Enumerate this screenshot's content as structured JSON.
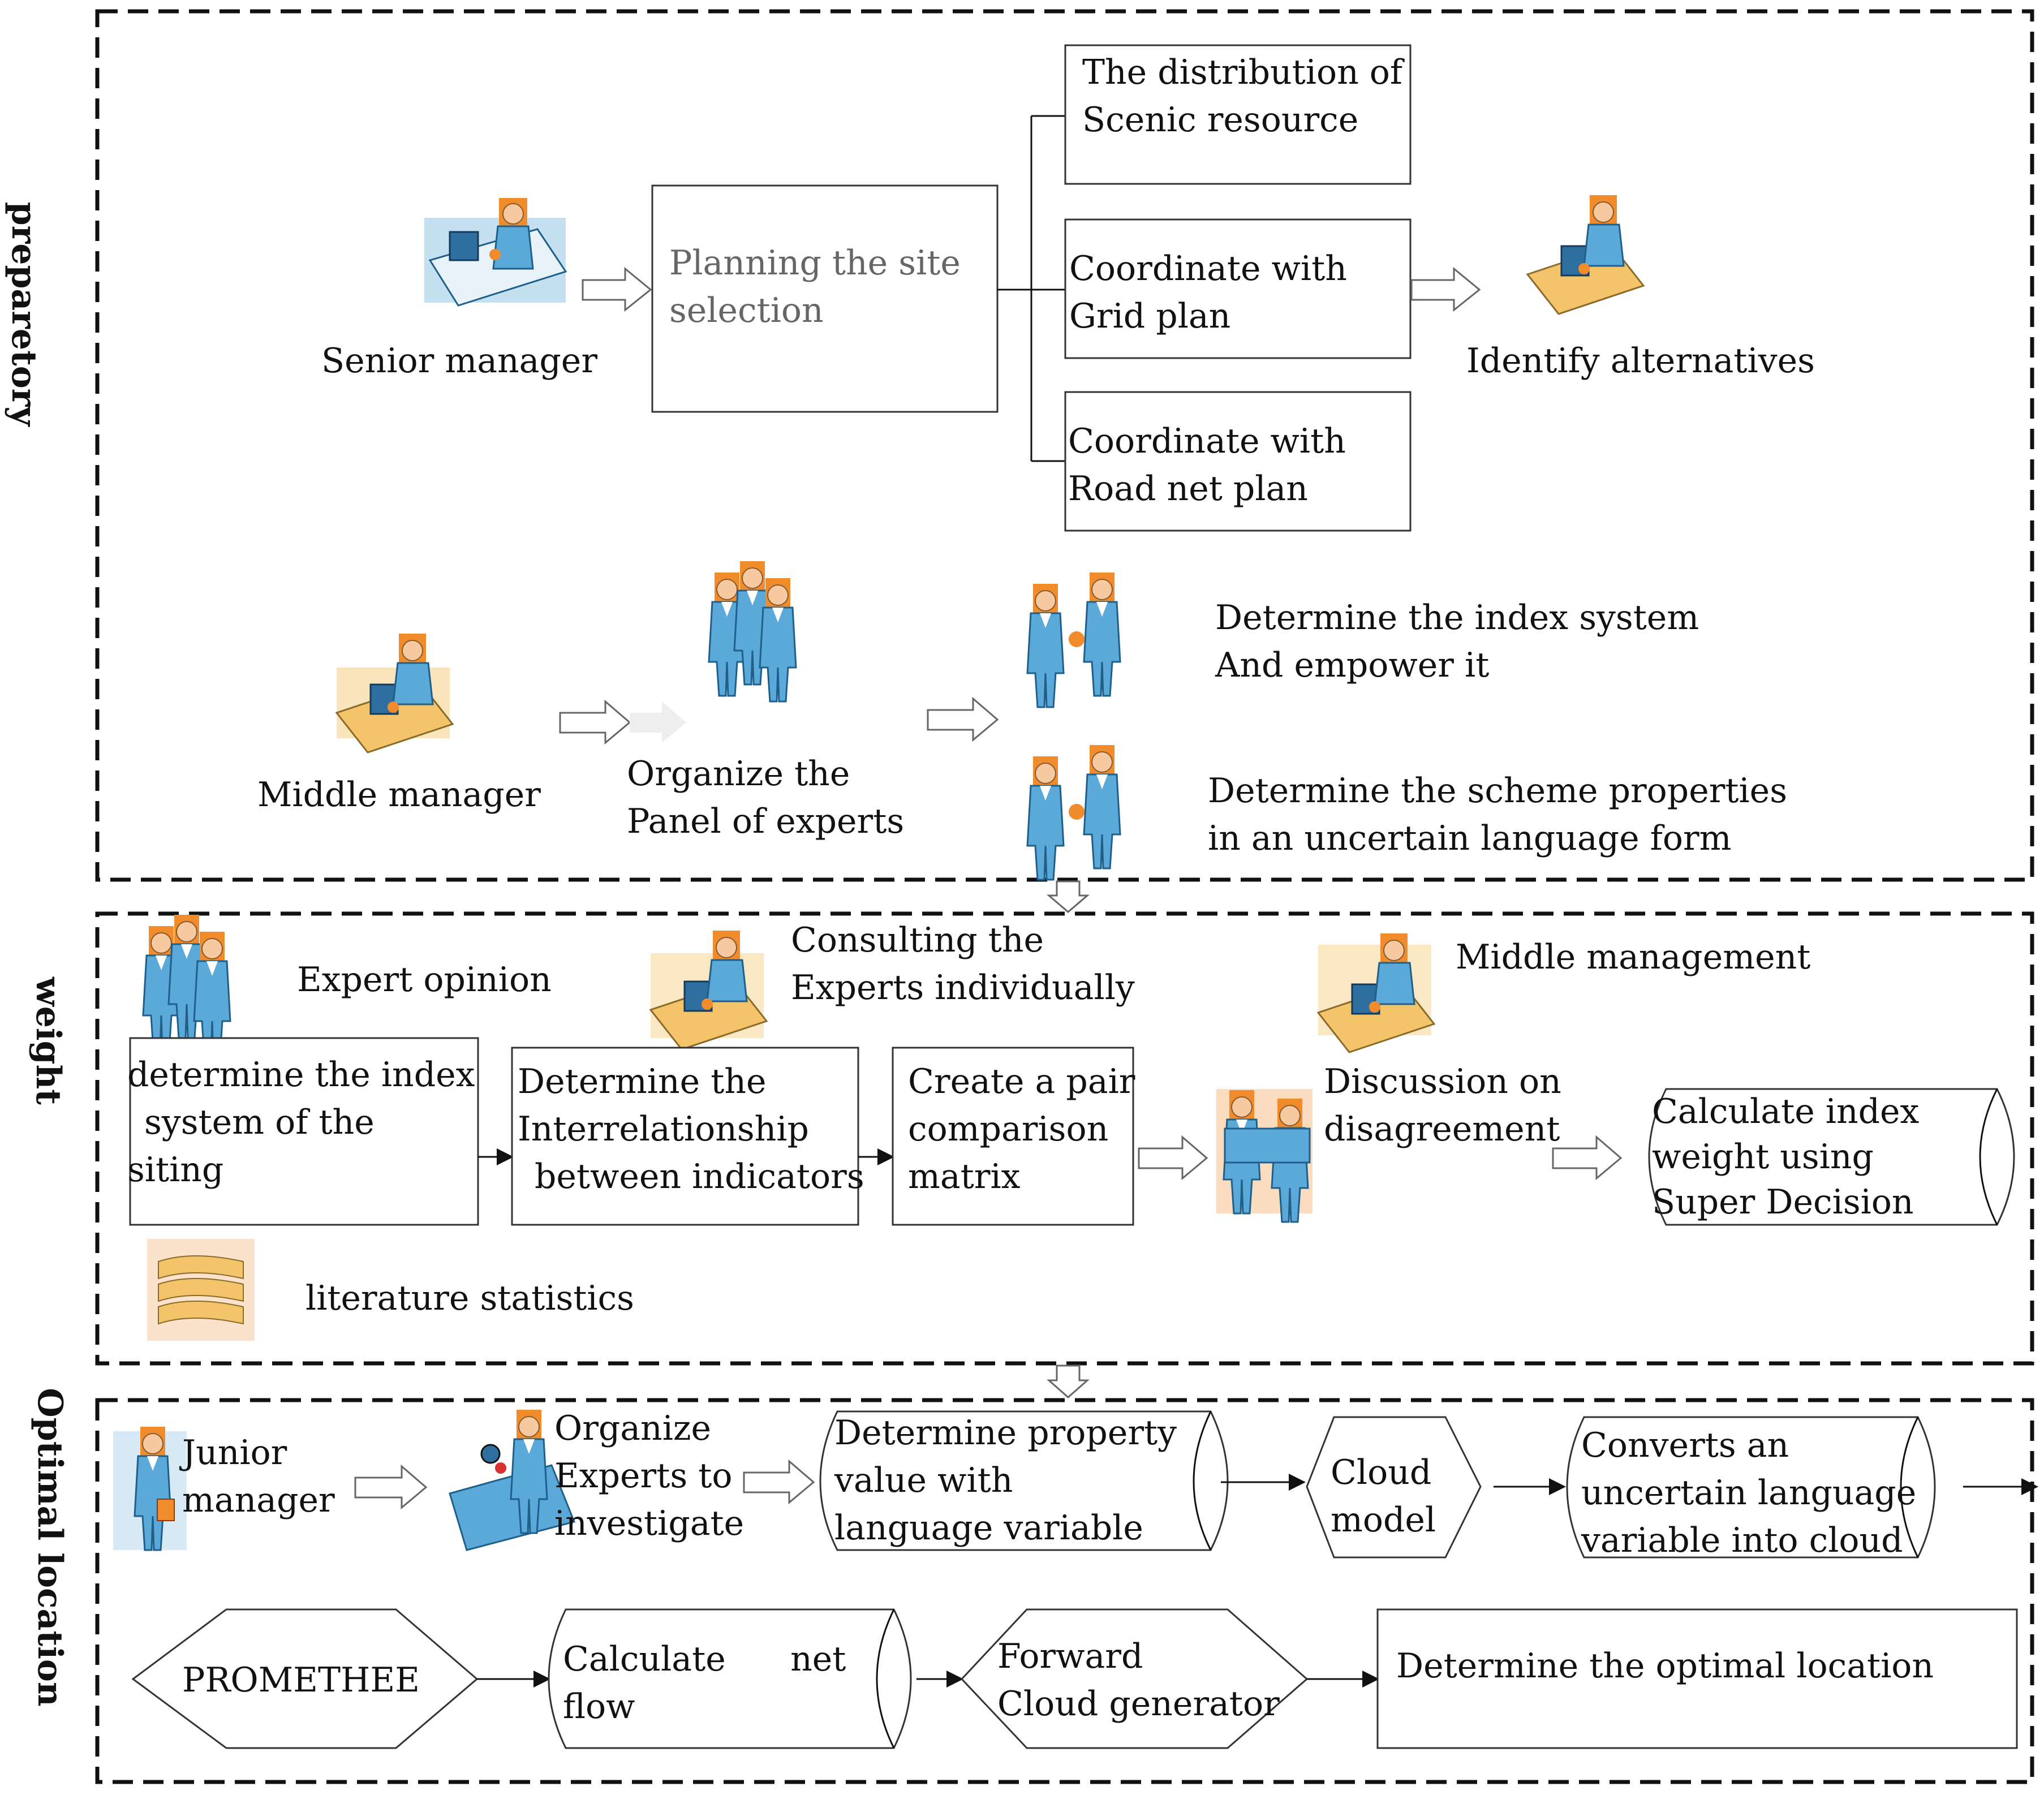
{
  "sections": {
    "preparatory": "preparetory",
    "weight": "weight",
    "optimal": "Optimal location"
  },
  "preparatory": {
    "senior_manager": "Senior manager",
    "planning": [
      "Planning the site",
      "selection"
    ],
    "distribution": [
      "The distribution of",
      "Scenic resource"
    ],
    "grid_plan": [
      "Coordinate with",
      "Grid plan"
    ],
    "road_plan": [
      "Coordinate with",
      "Road net plan"
    ],
    "identify_alternatives": "Identify alternatives",
    "middle_manager": "Middle manager",
    "organize_panel": [
      "Organize the",
      "Panel of experts"
    ],
    "index_system": [
      "Determine the index system",
      "And empower it"
    ],
    "scheme_properties": [
      "Determine the scheme properties",
      "in an uncertain language form"
    ]
  },
  "weight": {
    "expert_opinion": "Expert opinion",
    "consulting": [
      "Consulting the",
      "Experts individually"
    ],
    "middle_management": "Middle management",
    "determine_index": [
      "determine the index",
      "system of the",
      "siting"
    ],
    "interrelationship": [
      "Determine the",
      "Interrelationship",
      "between indicators"
    ],
    "pair_matrix": [
      "Create a pair",
      "comparison",
      "matrix"
    ],
    "discussion": [
      "Discussion on",
      "disagreement"
    ],
    "calc_weight": [
      "Calculate index",
      "weight using",
      "Super Decision"
    ],
    "literature": "literature statistics"
  },
  "optimal": {
    "junior_manager": [
      "Junior",
      "manager"
    ],
    "organize_experts": [
      "Organize",
      "Experts to",
      "investigate"
    ],
    "property_value": [
      "Determine property",
      "value with",
      "language variable"
    ],
    "cloud_model": [
      "Cloud",
      "model"
    ],
    "converts": [
      "Converts an",
      "uncertain language",
      "variable into cloud"
    ],
    "promethee": "PROMETHEE",
    "net_flow": [
      "Calculate      net",
      "flow"
    ],
    "forward_cloud": [
      "Forward",
      "Cloud generator"
    ],
    "optimal_location": "Determine the optimal location"
  },
  "icons": {
    "colors": {
      "skin": "#f7c9a0",
      "orange": "#f08c2c",
      "blue": "#5aa9d8",
      "desk": "#f3c46a"
    }
  }
}
